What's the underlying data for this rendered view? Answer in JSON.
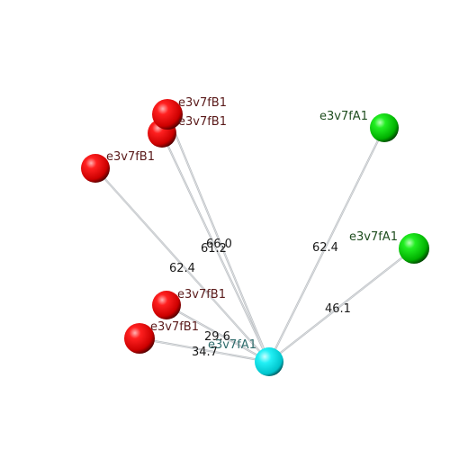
{
  "central_atom": {
    "label": "e3v7fA1",
    "color": "#00e5ee"
  },
  "atoms": [
    {
      "label": "e3v7fB1",
      "color": "#ff0000",
      "distance": "66.0"
    },
    {
      "label": "e3v7fB1",
      "color": "#ff0000",
      "distance": "61.2"
    },
    {
      "label": "e3v7fB1",
      "color": "#ff0000",
      "distance": "62.4"
    },
    {
      "label": "e3v7fB1",
      "color": "#ff0000",
      "distance": "29.6"
    },
    {
      "label": "e3v7fB1",
      "color": "#ff0000",
      "distance": "34.7"
    },
    {
      "label": "e3v7fA1",
      "color": "#00dd00",
      "distance": "62.4"
    },
    {
      "label": "e3v7fA1",
      "color": "#00dd00",
      "distance": "46.1"
    }
  ]
}
